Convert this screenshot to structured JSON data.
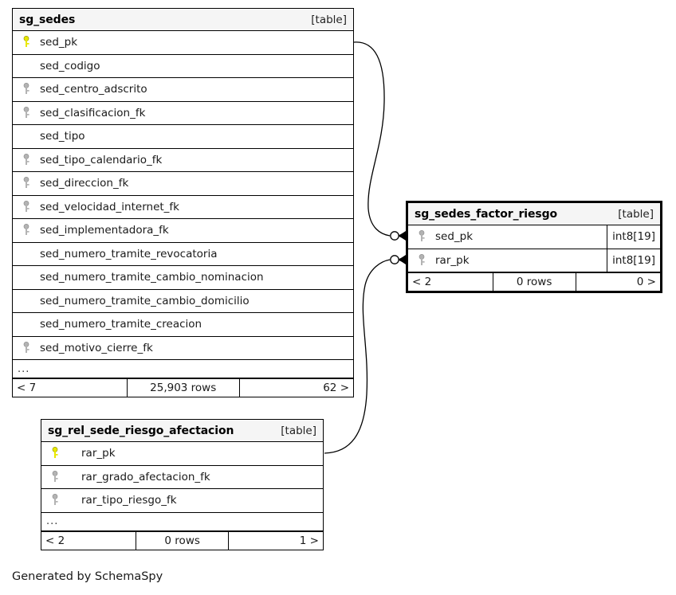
{
  "diagram": {
    "caption": "Generated by SchemaSpy",
    "table_tag": "[table]",
    "ellipsis": "...",
    "rows_suffix": "rows",
    "key_colors": {
      "primary": "#e8e800",
      "foreign": "#b3b3b3"
    },
    "edge_color": "#000000"
  },
  "tables": [
    {
      "id": "sg_sedes",
      "name": "sg_sedes",
      "tag": "[table]",
      "highlighted": false,
      "columns": [
        {
          "name": "sed_pk",
          "key": "primary",
          "type": ""
        },
        {
          "name": "sed_codigo",
          "key": "none",
          "type": ""
        },
        {
          "name": "sed_centro_adscrito",
          "key": "foreign",
          "type": ""
        },
        {
          "name": "sed_clasificacion_fk",
          "key": "foreign",
          "type": ""
        },
        {
          "name": "sed_tipo",
          "key": "none",
          "type": ""
        },
        {
          "name": "sed_tipo_calendario_fk",
          "key": "foreign",
          "type": ""
        },
        {
          "name": "sed_direccion_fk",
          "key": "foreign",
          "type": ""
        },
        {
          "name": "sed_velocidad_internet_fk",
          "key": "foreign",
          "type": ""
        },
        {
          "name": "sed_implementadora_fk",
          "key": "foreign",
          "type": ""
        },
        {
          "name": "sed_numero_tramite_revocatoria",
          "key": "none",
          "type": ""
        },
        {
          "name": "sed_numero_tramite_cambio_nominacion",
          "key": "none",
          "type": ""
        },
        {
          "name": "sed_numero_tramite_cambio_domicilio",
          "key": "none",
          "type": ""
        },
        {
          "name": "sed_numero_tramite_creacion",
          "key": "none",
          "type": ""
        },
        {
          "name": "sed_motivo_cierre_fk",
          "key": "foreign",
          "type": ""
        }
      ],
      "has_ellipsis": true,
      "footer": {
        "left": "< 7",
        "middle": "25,903 rows",
        "right": "62 >"
      }
    },
    {
      "id": "sg_sedes_factor_riesgo",
      "name": "sg_sedes_factor_riesgo",
      "tag": "[table]",
      "highlighted": true,
      "columns": [
        {
          "name": "sed_pk",
          "key": "foreign",
          "type": "int8[19]"
        },
        {
          "name": "rar_pk",
          "key": "foreign",
          "type": "int8[19]"
        }
      ],
      "has_ellipsis": false,
      "footer": {
        "left": "< 2",
        "middle": "0 rows",
        "right": "0 >"
      }
    },
    {
      "id": "sg_rel_sede_riesgo_afectacion",
      "name": "sg_rel_sede_riesgo_afectacion",
      "tag": "[table]",
      "highlighted": false,
      "columns": [
        {
          "name": "rar_pk",
          "key": "primary",
          "type": ""
        },
        {
          "name": "rar_grado_afectacion_fk",
          "key": "foreign",
          "type": ""
        },
        {
          "name": "rar_tipo_riesgo_fk",
          "key": "foreign",
          "type": ""
        }
      ],
      "has_ellipsis": true,
      "footer": {
        "left": "< 2",
        "middle": "0 rows",
        "right": "1 >"
      }
    }
  ],
  "relationships": [
    {
      "from_table": "sg_sedes",
      "from_column": "sed_pk",
      "to_table": "sg_sedes_factor_riesgo",
      "to_column": "sed_pk"
    },
    {
      "from_table": "sg_rel_sede_riesgo_afectacion",
      "from_column": "rar_pk",
      "to_table": "sg_sedes_factor_riesgo",
      "to_column": "rar_pk"
    }
  ]
}
